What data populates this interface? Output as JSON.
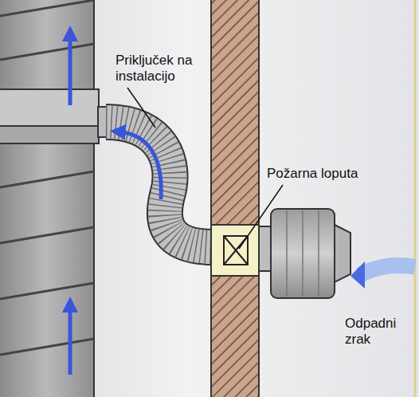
{
  "diagram": {
    "labels": [
      "Priključek na instalacijo",
      "Požarna loputa",
      "Odpadni zrak"
    ]
  }
}
